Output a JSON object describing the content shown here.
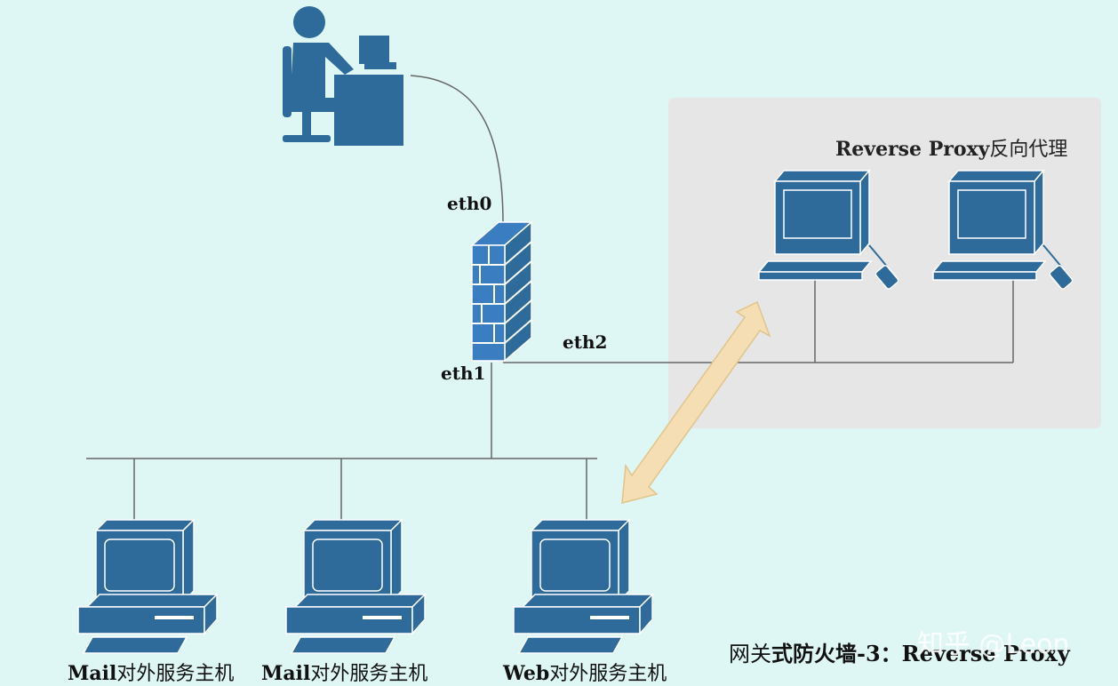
{
  "labels": {
    "eth0": "eth0",
    "eth1": "eth1",
    "eth2": "eth2"
  },
  "proxy_zone": {
    "title_bold": "Reverse Proxy",
    "title_rest": "反向代理"
  },
  "servers": [
    {
      "bold": "Mail",
      "rest": "对外服务主机"
    },
    {
      "bold": "Mail",
      "rest": "对外服务主机"
    },
    {
      "bold": "Web",
      "rest": "对外服务主机"
    }
  ],
  "figure_title": {
    "prefix": "网关",
    "bold": "式防火墙",
    "suffix": "-3：Reverse Proxy"
  },
  "watermark": "知乎 @Leon",
  "colors": {
    "background": "#dff7f4",
    "device_blue": "#2e6b9a",
    "proxy_zone": "#e6e6e6",
    "arrow_fill": "#f5deb3"
  },
  "icons": [
    "user-at-desk-icon",
    "firewall-icon",
    "proxy-computer-icon",
    "server-computer-icon",
    "double-arrow-icon"
  ]
}
